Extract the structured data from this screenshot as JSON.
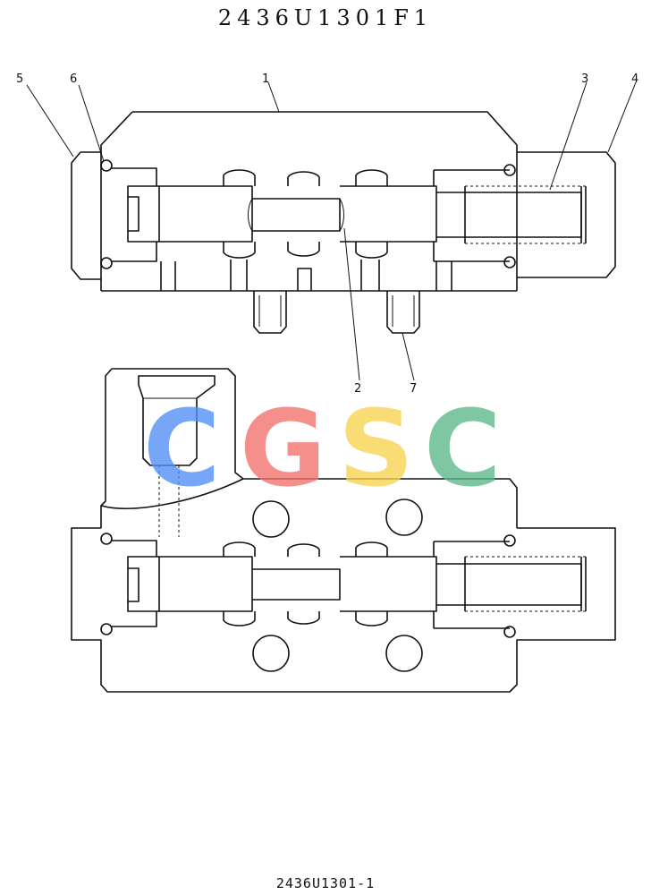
{
  "title": "2436U1301F1",
  "footer": "2436U1301-1",
  "watermark": {
    "letters": [
      "C",
      "G",
      "S",
      "C"
    ],
    "colors": [
      "#4f8ef7",
      "#f2706b",
      "#f9d34f",
      "#5cb88a"
    ]
  },
  "callouts": [
    "5",
    "6",
    "1",
    "3",
    "4",
    "2",
    "7"
  ]
}
